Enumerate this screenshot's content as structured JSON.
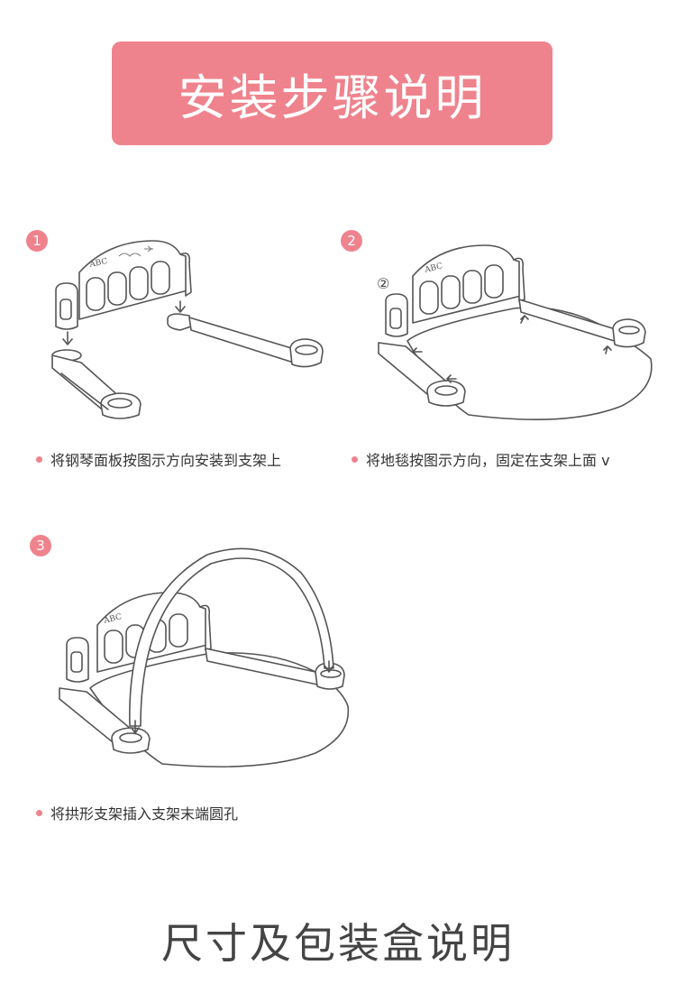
{
  "header": {
    "title": "安装步骤说明"
  },
  "steps": [
    {
      "number": "1",
      "caption": "将钢琴面板按图示方向安装到支架上"
    },
    {
      "number": "2",
      "caption": "将地毯按图示方向，固定在支架上面 v",
      "marker": "②"
    },
    {
      "number": "3",
      "caption": "将拱形支架插入支架末端圆孔"
    }
  ],
  "panel_letters": "ABC",
  "footer": {
    "section_title": "尺寸及包装盒说明"
  },
  "colors": {
    "accent": "#ef838d",
    "text": "#333333"
  }
}
